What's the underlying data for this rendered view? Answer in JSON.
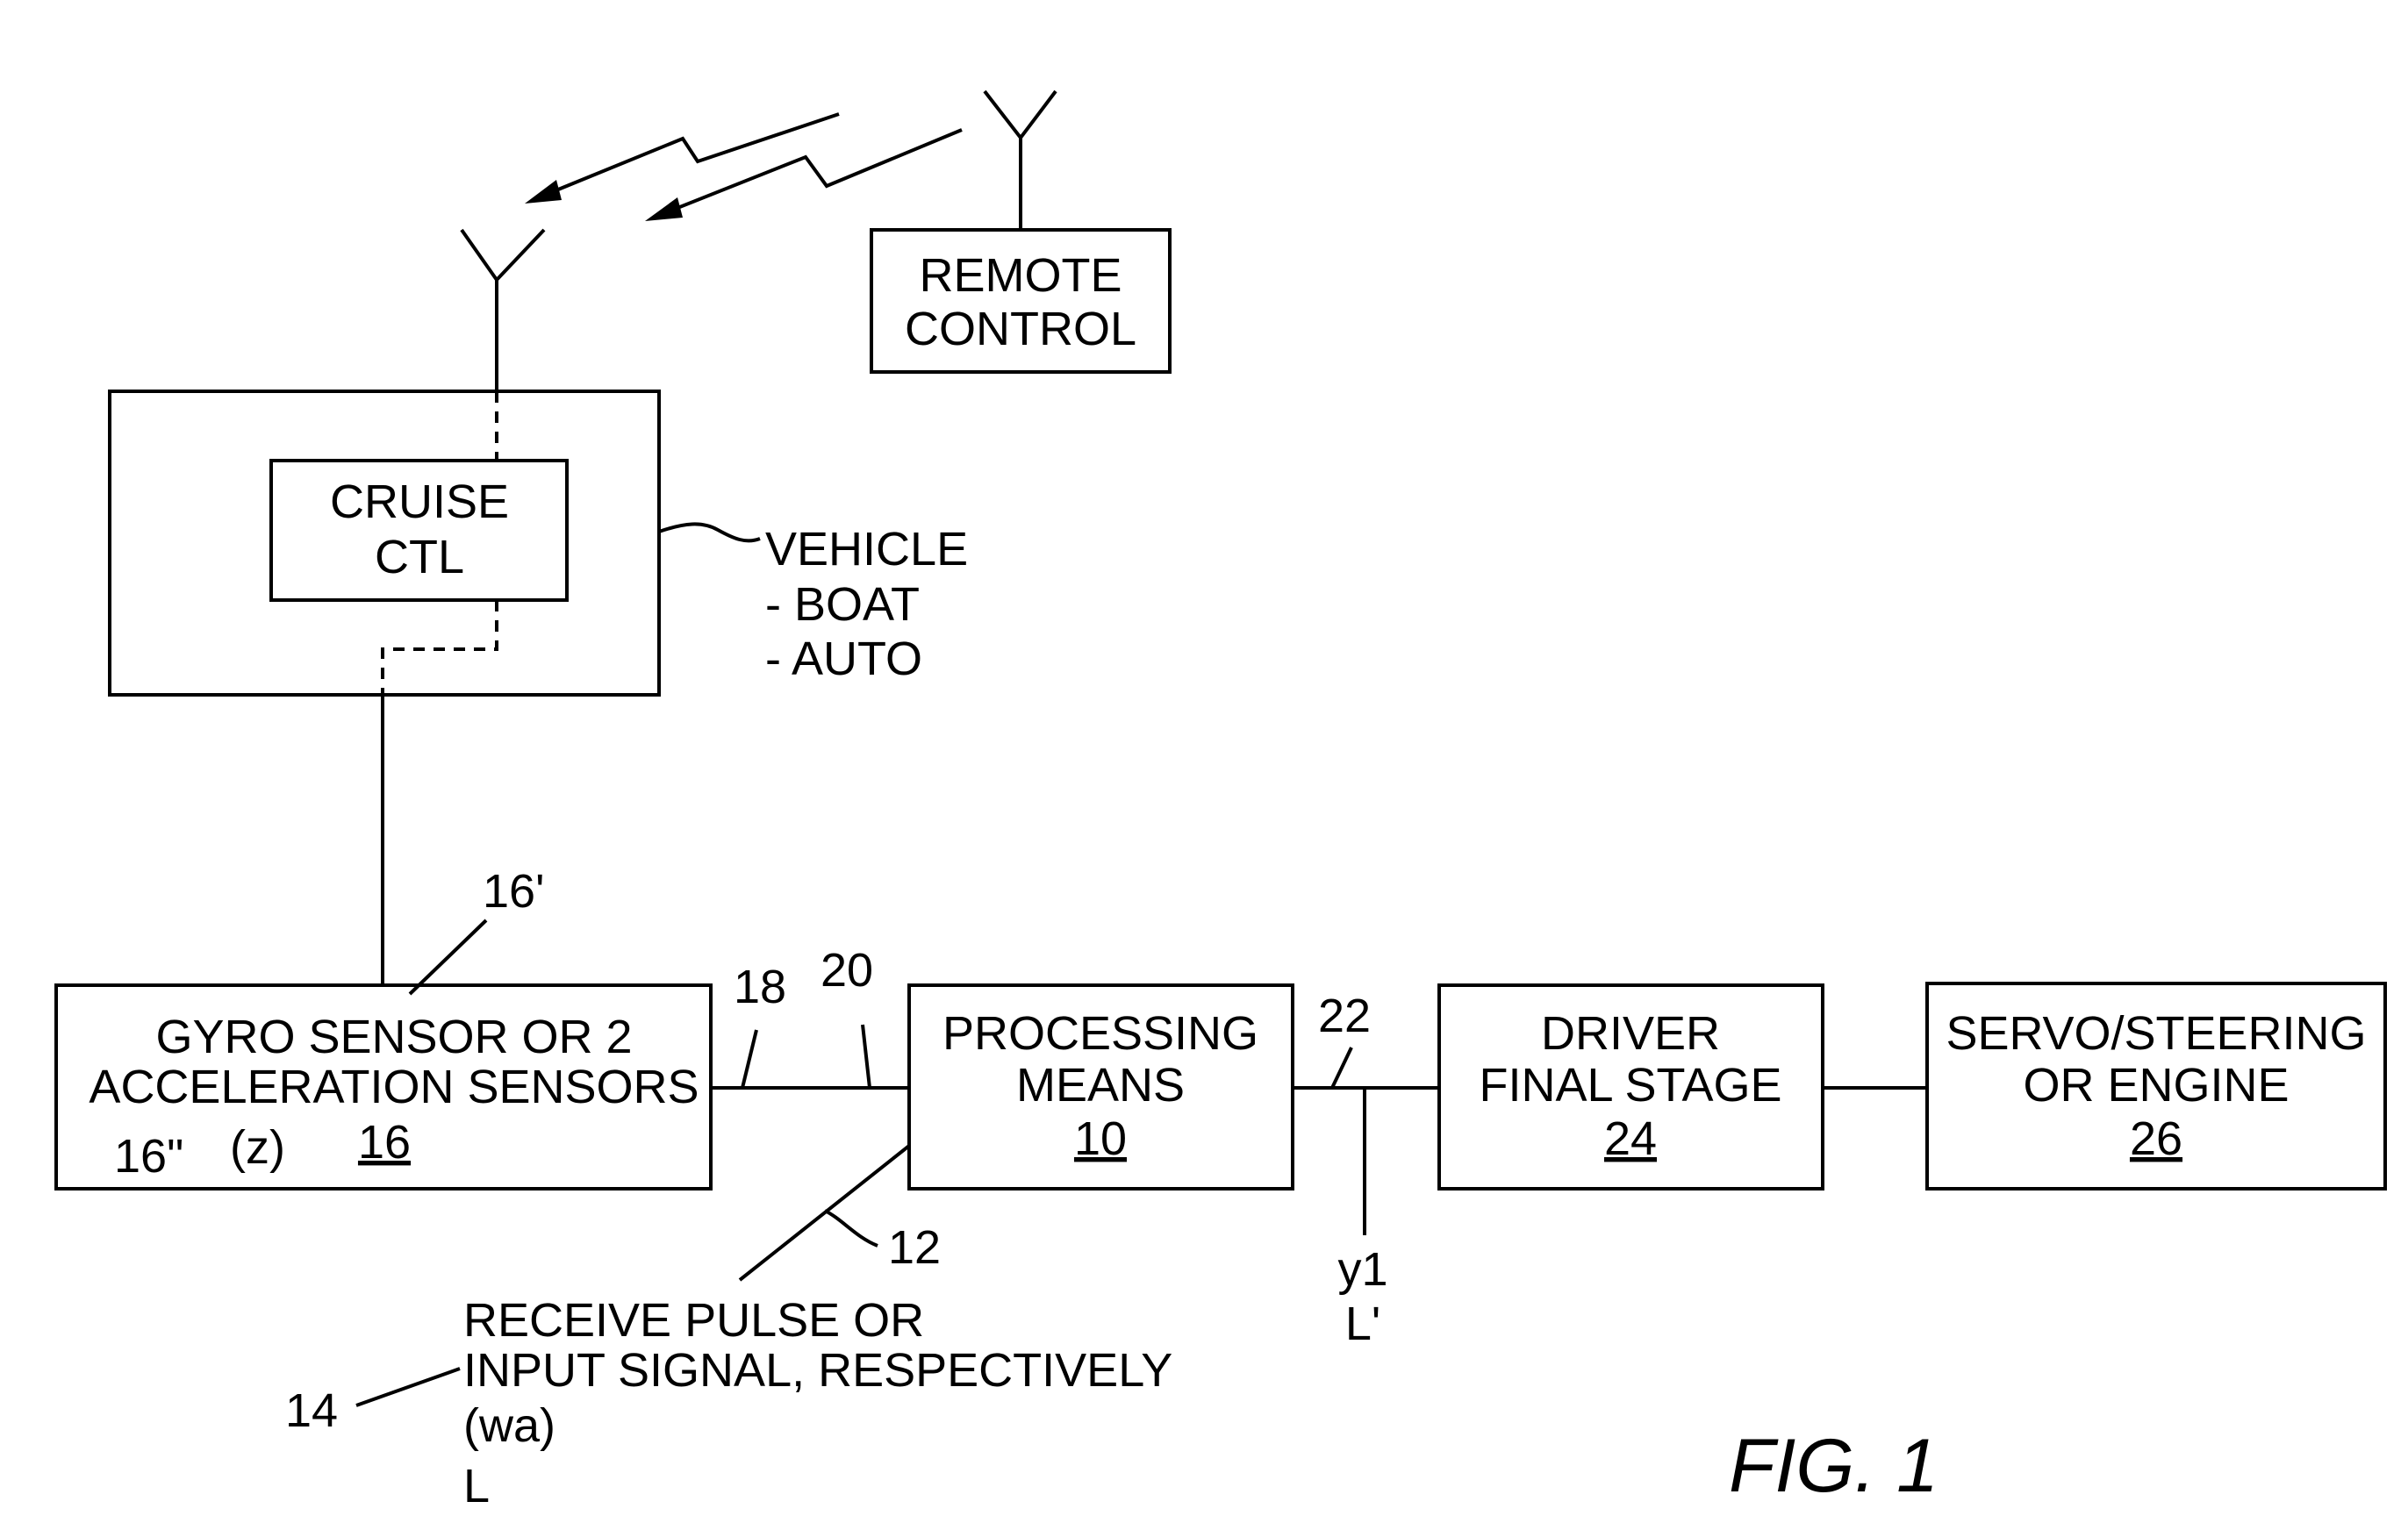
{
  "remote_control": {
    "line1": "REMOTE",
    "line2": "CONTROL"
  },
  "cruise_ctl": {
    "line1": "CRUISE",
    "line2": "CTL"
  },
  "vehicle": {
    "title": "VEHICLE",
    "option1": "- BOAT",
    "option2": "- AUTO"
  },
  "gyro_sensor": {
    "line1": "GYRO SENSOR OR 2",
    "line2": "ACCELERATION SENSORS",
    "ref": "16",
    "ref_prime": "16'",
    "ref_double_prime": "16\"",
    "axis": "(z)"
  },
  "processing": {
    "line1": "PROCESSING",
    "line2": "MEANS",
    "ref": "10"
  },
  "driver": {
    "line1": "DRIVER",
    "line2": "FINAL STAGE",
    "ref": "24"
  },
  "servo": {
    "line1": "SERVO/STEERING",
    "line2": "OR ENGINE",
    "ref": "26"
  },
  "refs": {
    "r18": "18",
    "r20": "20",
    "r22": "22",
    "r12": "12",
    "r14": "14"
  },
  "output_signal": {
    "name": "y1",
    "sub": "L'"
  },
  "input_signal": {
    "line1": "RECEIVE PULSE OR",
    "line2": "INPUT SIGNAL, RESPECTIVELY",
    "line3": "(wa)",
    "line4": "L"
  },
  "figure_label": "FIG. 1"
}
